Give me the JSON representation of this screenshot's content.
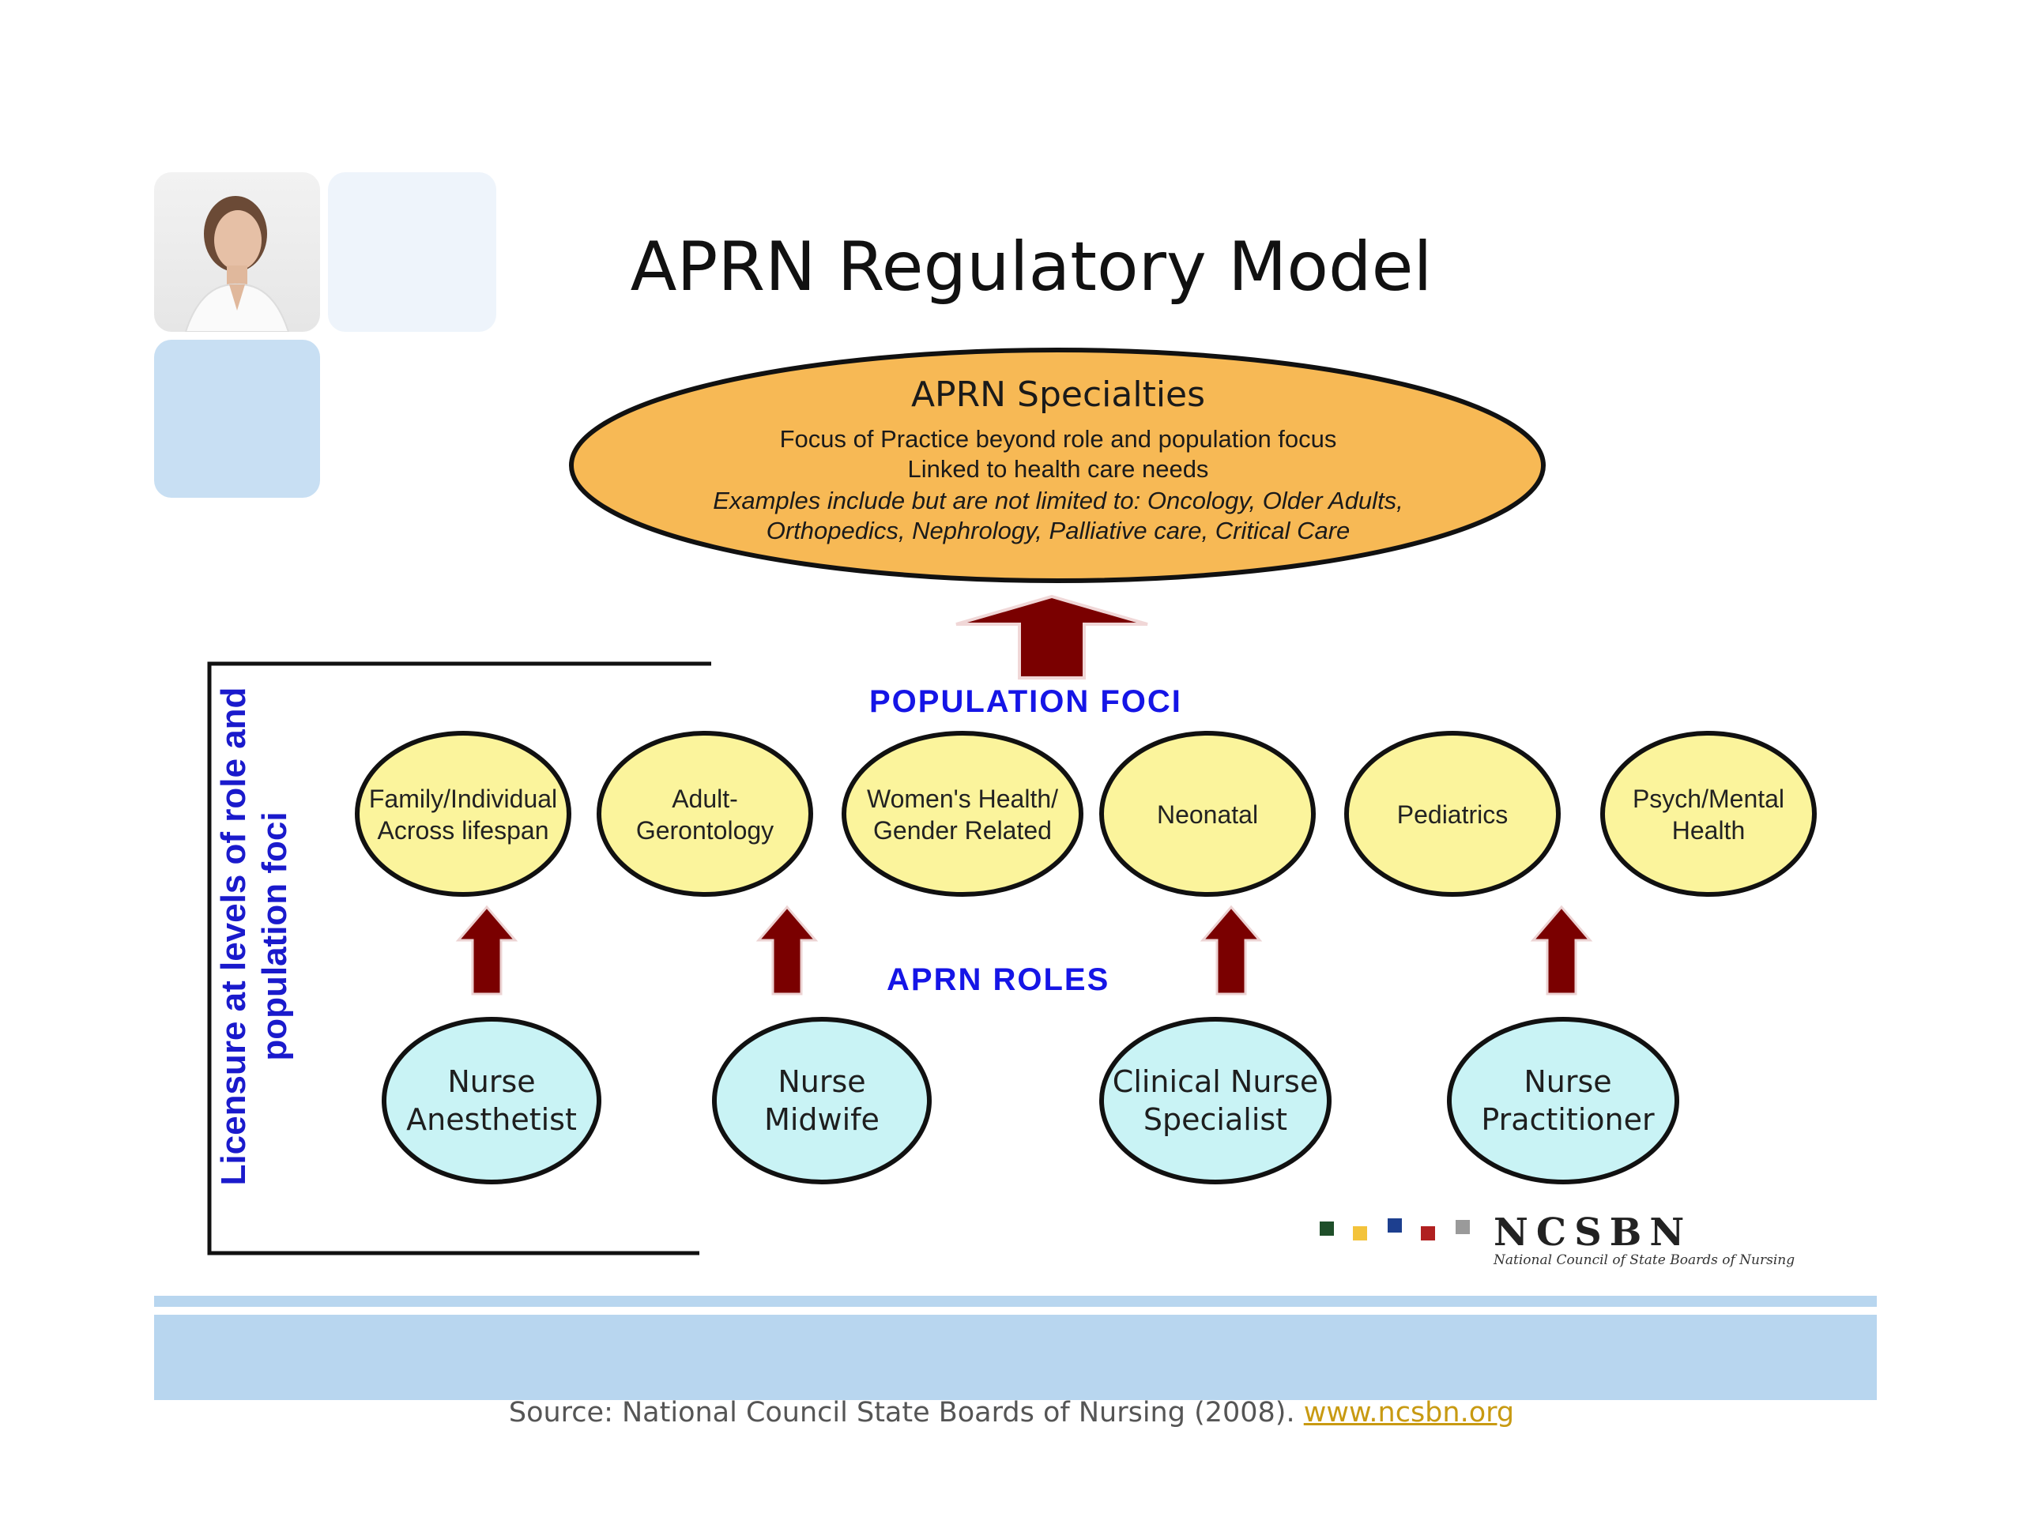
{
  "title": "APRN Regulatory Model",
  "specialties": {
    "heading": "APRN  Specialties",
    "line1": "Focus of Practice beyond  role and population  focus",
    "line2": "Linked  to health  care needs",
    "line3": "Examples  include  but are not  limited  to:  Oncology,  Older Adults,",
    "line4": "Orthopedics,   Nephrology,  Palliative care,  Critical Care"
  },
  "population_foci_label": "POPULATION  FOCI",
  "population_foci": [
    {
      "line1": "Family/Individual",
      "line2": "Across  lifespan"
    },
    {
      "line1": "Adult-",
      "line2": "Gerontology"
    },
    {
      "line1": "Women's  Health/",
      "line2": "Gender  Related"
    },
    {
      "line1": "Neonatal",
      "line2": ""
    },
    {
      "line1": "Pediatrics",
      "line2": ""
    },
    {
      "line1": "Psych/Mental",
      "line2": "Health"
    }
  ],
  "aprn_roles_label": "APRN  ROLES",
  "roles": [
    {
      "line1": "Nurse",
      "line2": "Anesthetist"
    },
    {
      "line1": "Nurse",
      "line2": "Midwife"
    },
    {
      "line1": "Clinical Nurse",
      "line2": "Specialist"
    },
    {
      "line1": "Nurse",
      "line2": "Practitioner"
    }
  ],
  "licensure_label": {
    "line1": "Licensure at levels of role and",
    "line2": "population foci"
  },
  "logo": {
    "name": "NCSBN",
    "subtitle": "National Council of State Boards of Nursing"
  },
  "source": {
    "text": "Source: National Council State Boards of Nursing (2008).",
    "link": "www.ncsbn.org"
  },
  "colors": {
    "specialty_fill": "#f7b955",
    "population_fill": "#fbf49c",
    "role_fill": "#c9f3f5",
    "arrow": "#7a0000",
    "label_blue": "#1515e6",
    "band": "#b8d6ef"
  }
}
